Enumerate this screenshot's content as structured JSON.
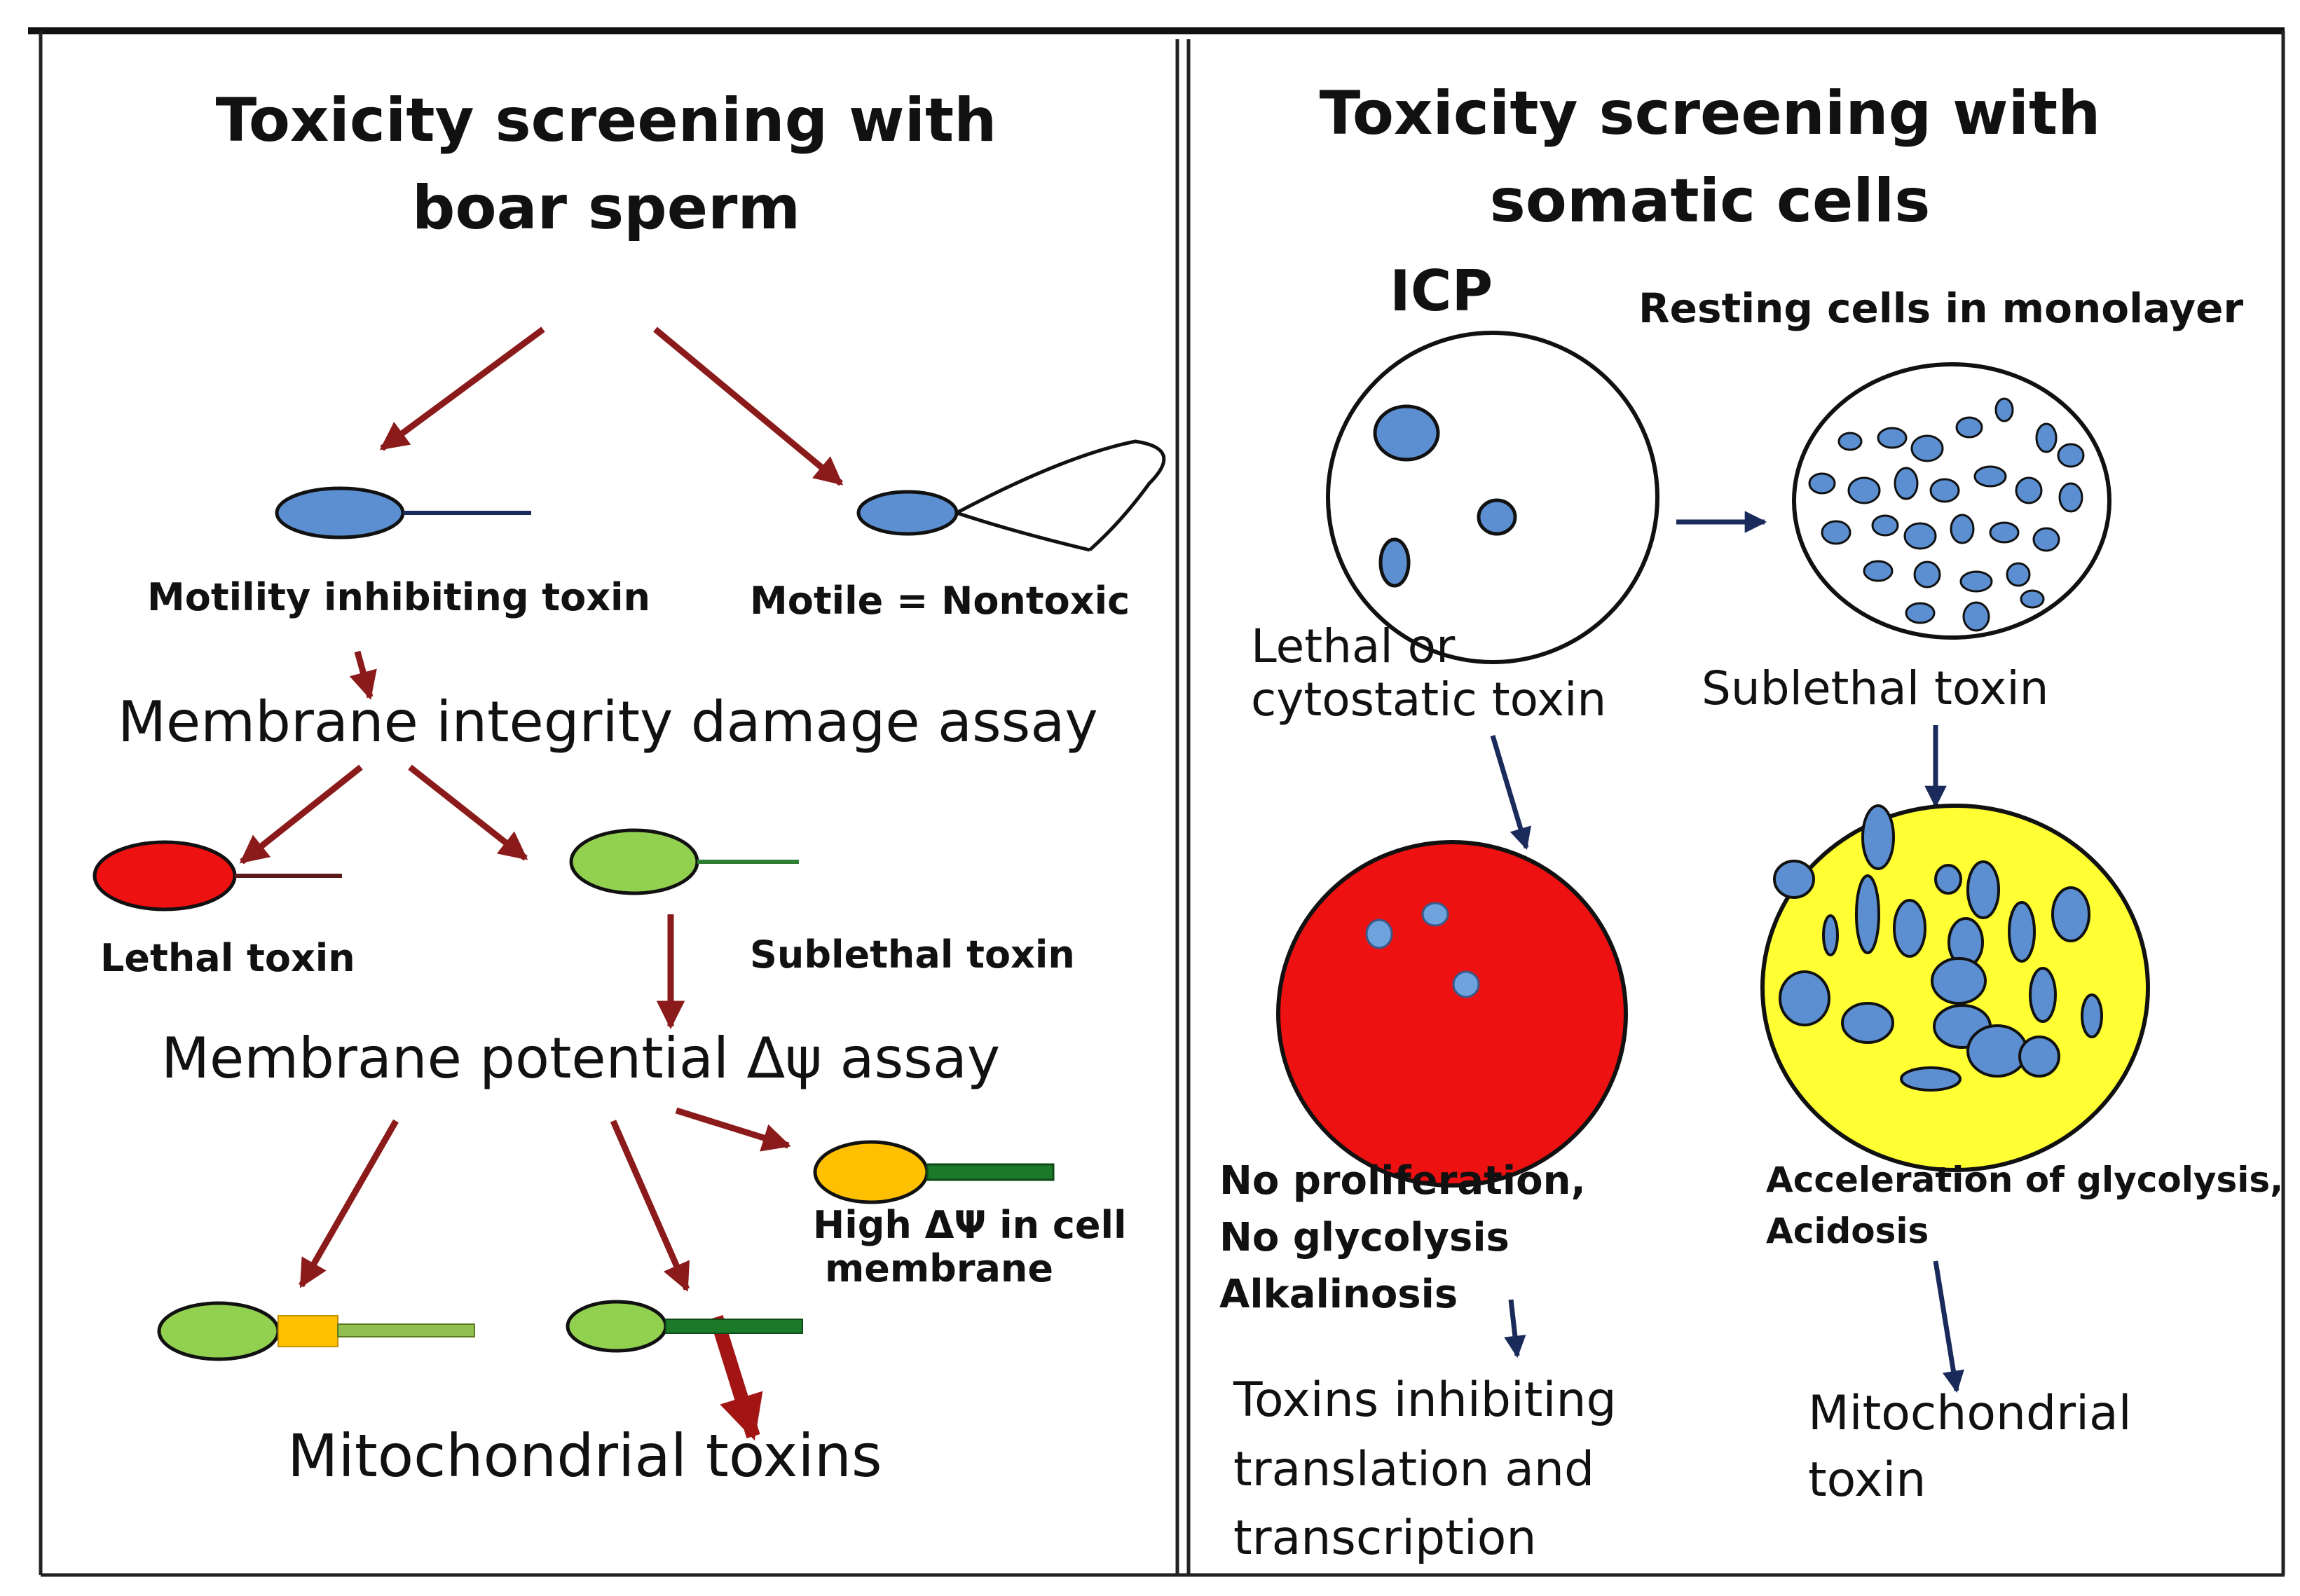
{
  "left_panel": {
    "title": "Toxicity screening with boar sperm",
    "motility_inhibiting": "Motility inhibiting toxin",
    "motile_nontoxic": "Motile = Nontoxic",
    "membrane_integrity": "Membrane integrity damage assay",
    "lethal_toxin": "Lethal toxin",
    "sublethal_toxin": "Sublethal toxin",
    "membrane_potential": "Membrane potential Δψ assay",
    "high_potential_line1": "High ΔΨ in cell",
    "high_potential_line2": "membrane",
    "mitochondrial_toxins": "Mitochondrial  toxins"
  },
  "right_panel": {
    "title_line1": "Toxicity screening with",
    "title_line2": "somatic cells",
    "icp": "ICP",
    "resting_cells": "Resting cells in monolayer",
    "lethal_line1": "Lethal or",
    "lethal_line2": "cytostatic toxin",
    "sublethal_toxin": "Sublethal toxin",
    "no_prolif_line1": "No proliferation,",
    "no_prolif_line2": "No  glycolysis",
    "no_prolif_line3": "Alkalinosis",
    "accel_line1": "Acceleration of glycolysis,",
    "accel_line2": "Acidosis",
    "toxins_inhib_line1": "Toxins inhibiting",
    "toxins_inhib_line2": "translation and",
    "toxins_inhib_line3": "transcription",
    "mito_line1": "Mitochondrial",
    "mito_line2": "toxin"
  },
  "colors": {
    "arrow_red": "#8b1a1a",
    "arrow_navy": "#1a2a5a",
    "cell_blue": "#5b8fd1",
    "lethal_red": "#ee1111",
    "sublethal_green": "#92d050",
    "high_potential_orange": "#ffc000",
    "yellow_cell": "#ffff33"
  }
}
